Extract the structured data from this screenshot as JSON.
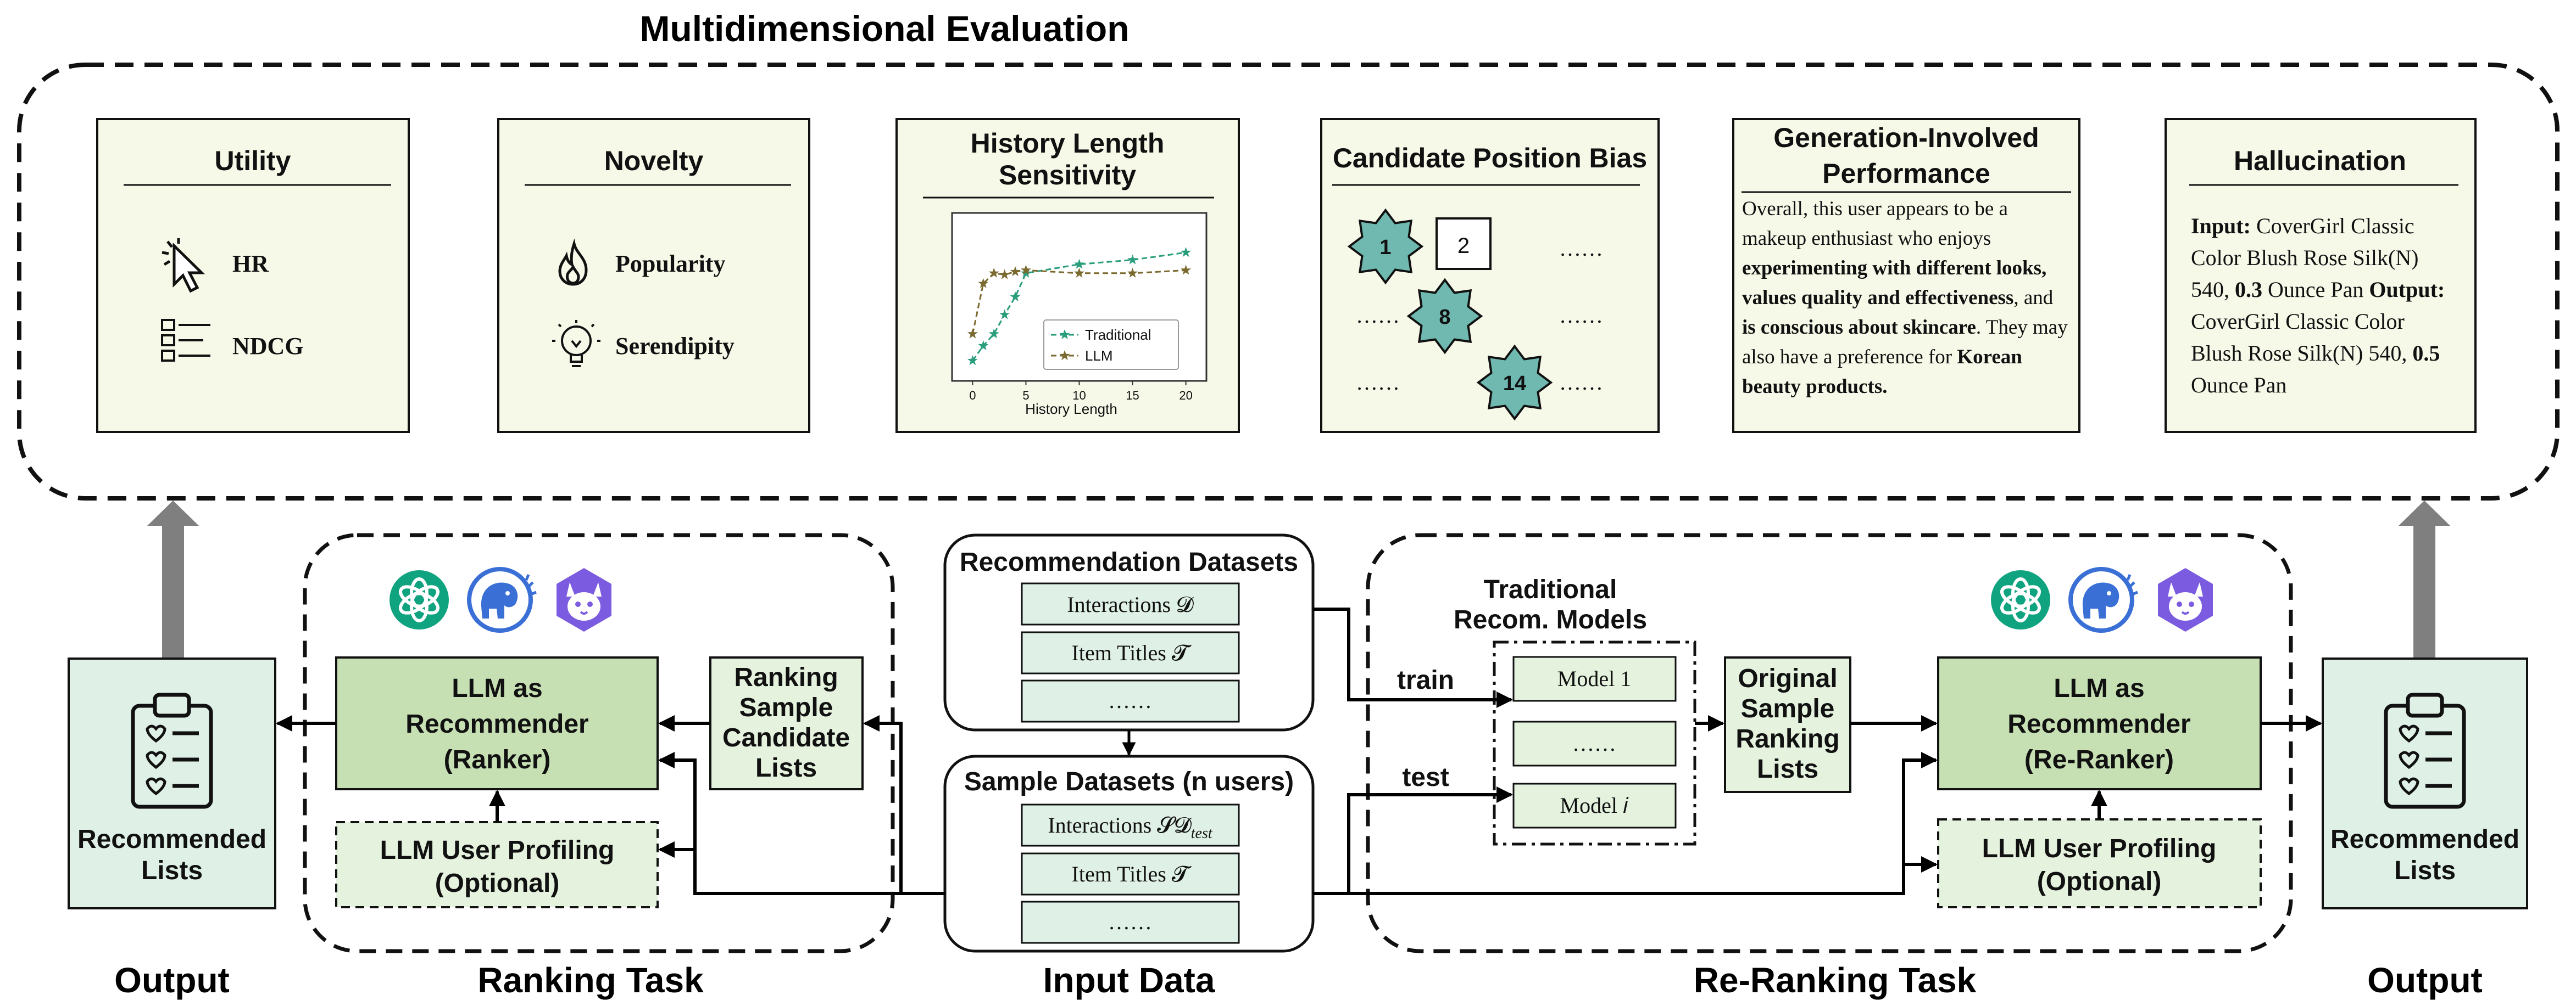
{
  "colors": {
    "card_bg": "#f6f9e8",
    "llm_box": "#c6e0b4",
    "light_green": "#e4f2de",
    "side_panel": "#dff1e6",
    "star_fill": "#6fb9b0",
    "traditional": "#2a9d7c",
    "llm_series": "#7a6a2f",
    "arrow_gray": "#7f7f7f"
  },
  "header": {
    "title": "Multidimensional Evaluation"
  },
  "cards": {
    "utility": {
      "title": "Utility",
      "items": [
        "HR",
        "NDCG"
      ]
    },
    "novelty": {
      "title": "Novelty",
      "items": [
        "Popularity",
        "Serendipity"
      ]
    },
    "history": {
      "title_line1": "History Length",
      "title_line2": "Sensitivity"
    },
    "position": {
      "title": "Candidate Position Bias",
      "star_labels": [
        "1",
        "8",
        "14"
      ],
      "square_label": "2",
      "dots": "……"
    },
    "generation": {
      "title_line1": "Generation-Involved",
      "title_line2": "Performance",
      "segments": [
        {
          "text": "Overall, this user appears to be a makeup enthusiast who enjoys ",
          "bold": false
        },
        {
          "text": "experimenting with different looks, values quality and effectiveness",
          "bold": true
        },
        {
          "text": ", and ",
          "bold": false
        },
        {
          "text": "is conscious about skincare",
          "bold": true
        },
        {
          "text": ". They may also have a preference for ",
          "bold": false
        },
        {
          "text": "Korean beauty products.",
          "bold": true
        }
      ]
    },
    "hallucination": {
      "title": "Hallucination",
      "segments": [
        {
          "text": "Input:",
          "bold": true
        },
        {
          "text": " CoverGirl Classic Color Blush Rose Silk(N) 540, ",
          "bold": false
        },
        {
          "text": "0.3",
          "bold": true
        },
        {
          "text": " Ounce Pan ",
          "bold": false
        },
        {
          "text": "Output:",
          "bold": true
        },
        {
          "text": " CoverGirl Classic Color Blush Rose Silk(N) 540, ",
          "bold": false
        },
        {
          "text": "0.5",
          "bold": true
        },
        {
          "text": " Ounce Pan",
          "bold": false
        }
      ]
    }
  },
  "chart_data": {
    "type": "line",
    "xlabel": "History Length",
    "ylabel": "",
    "xlim": [
      -1,
      21
    ],
    "ylim": [
      0,
      1
    ],
    "xticks": [
      0,
      5,
      10,
      15,
      20
    ],
    "legend_position": "bottom-right",
    "grid": false,
    "series": [
      {
        "name": "Traditional",
        "x": [
          0,
          1,
          2,
          3,
          4,
          5,
          10,
          15,
          20
        ],
        "y": [
          0.07,
          0.17,
          0.25,
          0.38,
          0.5,
          0.66,
          0.72,
          0.75,
          0.8
        ]
      },
      {
        "name": "LLM",
        "x": [
          0,
          1,
          2,
          3,
          4,
          5,
          10,
          15,
          20
        ],
        "y": [
          0.25,
          0.59,
          0.66,
          0.65,
          0.67,
          0.68,
          0.66,
          0.66,
          0.68
        ]
      }
    ]
  },
  "input": {
    "recommendation_title": "Recommendation Datasets",
    "rec_rows": [
      "Interactions 𝓓",
      "Item Titles 𝓣",
      "……"
    ],
    "sample_title": "Sample Datasets (n users)",
    "sample_rows": [
      "Interactions 𝓢𝓓",
      "Item Titles 𝓣",
      "……"
    ],
    "sample_subscript": "test",
    "label": "Input Data"
  },
  "ranking": {
    "llm_line1": "LLM as",
    "llm_line2": "Recommender",
    "llm_line3": "(Ranker)",
    "profiling_line1": "LLM User Profiling",
    "profiling_line2": "(Optional)",
    "candidate_lines": [
      "Ranking",
      "Sample",
      "Candidate",
      "Lists"
    ],
    "label": "Ranking Task"
  },
  "reranking": {
    "trad_line1": "Traditional",
    "trad_line2": "Recom. Models",
    "models": [
      "Model 1",
      "……",
      "Model 𝑖"
    ],
    "original_lines": [
      "Original",
      "Sample",
      "Ranking",
      "Lists"
    ],
    "llm_line1": "LLM as",
    "llm_line2": "Recommender",
    "llm_line3": "(Re-Ranker)",
    "profiling_line1": "LLM User Profiling",
    "profiling_line2": "(Optional)",
    "train_label": "train",
    "test_label": "test",
    "label": "Re-Ranking Task"
  },
  "output": {
    "left_line1": "Recommended",
    "left_line2": "Lists",
    "right_line1": "Recommended",
    "right_line2": "Lists",
    "label": "Output"
  }
}
